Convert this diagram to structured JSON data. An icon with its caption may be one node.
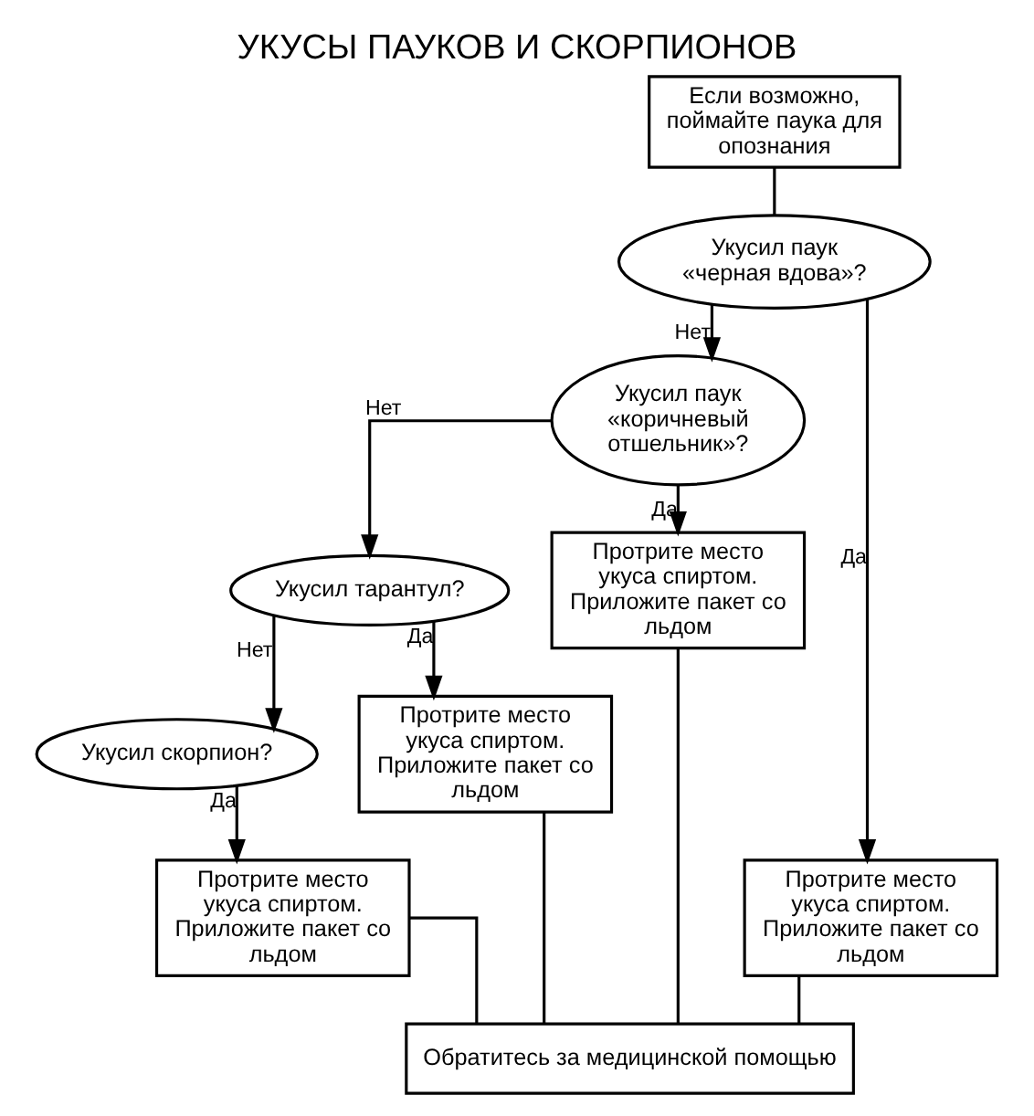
{
  "diagram": {
    "title": "УКУСЫ ПАУКОВ И СКОРПИОНОВ",
    "nodes": [
      {
        "text": [
          "Если возможно, поймайте паука для опознания"
        ]
      },
      {
        "text": [
          "Укусил паук «черная вдова»?"
        ]
      },
      {
        "text": [
          "Укусил паук «коричневый отшельник»?"
        ]
      },
      {
        "text": [
          "Протрите место укуса спиртом. Приложите пакет со льдом"
        ]
      },
      {
        "text": [
          "Укусил тарантул?"
        ]
      },
      {
        "text": [
          "Протрите место укуса спиртом. Приложите пакет со льдом"
        ]
      },
      {
        "text": [
          "Укусил скорпион?"
        ]
      },
      {
        "text": [
          "Протрите место укуса спиртом. Приложите пакет со льдом"
        ]
      },
      {
        "text": [
          "Протрите место укуса спиртом. Приложите пакет со льдом"
        ]
      },
      {
        "text": [
          "Обратитесь за медицинской помощью"
        ]
      }
    ],
    "edges": [
      {
        "from": 0,
        "to": 1,
        "arrow": "none"
      },
      {
        "from": 1,
        "to": 2,
        "arrow": "to",
        "label": "Нет"
      },
      {
        "from": 1,
        "to": 3,
        "arrow": "to",
        "label": "Да"
      },
      {
        "from": 2,
        "to": 4,
        "arrow": "to",
        "label": "Нет"
      },
      {
        "from": 2,
        "to": 5,
        "arrow": "to",
        "label": "Да"
      },
      {
        "from": 4,
        "to": 6,
        "arrow": "to",
        "label": "Нет"
      },
      {
        "from": 4,
        "to": 7,
        "arrow": "to",
        "label": "Да"
      },
      {
        "from": 6,
        "to": 8,
        "arrow": "to",
        "label": "Да"
      },
      {
        "from": 8,
        "to": 9,
        "arrow": "none"
      },
      {
        "from": 7,
        "to": 9,
        "arrow": "none"
      },
      {
        "from": 5,
        "to": 9,
        "arrow": "none"
      },
      {
        "from": 3,
        "to": 9,
        "arrow": "none"
      }
    ]
  }
}
